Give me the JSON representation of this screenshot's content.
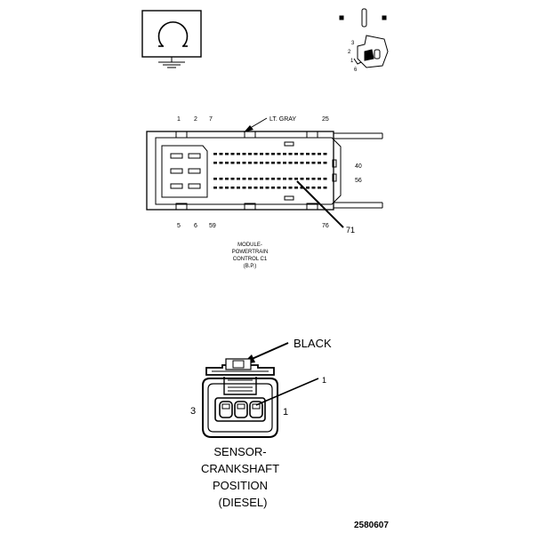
{
  "top_connector": {
    "label_color": "LT. GRAY",
    "pin_labels_top": [
      "1",
      "2",
      "7",
      "25"
    ],
    "pin_labels_bottom": [
      "5",
      "6",
      "59",
      "76"
    ],
    "row_labels": [
      "40",
      "56"
    ],
    "callout_pin": "71",
    "component_name_lines": [
      "MODULE-",
      "POWERTRAIN",
      "CONTROL C1",
      "(B.P.)"
    ]
  },
  "small_icon_labels": [
    "3",
    "2",
    "1",
    "6"
  ],
  "sensor_connector": {
    "color_label": "BLACK",
    "callout_pin": "1",
    "pin_label_right": "1",
    "pin_label_left": "3",
    "component_name_lines": [
      "SENSOR-",
      "CRANKSHAFT",
      "POSITION",
      "(DIESEL)"
    ]
  },
  "figure_id": "2580607"
}
